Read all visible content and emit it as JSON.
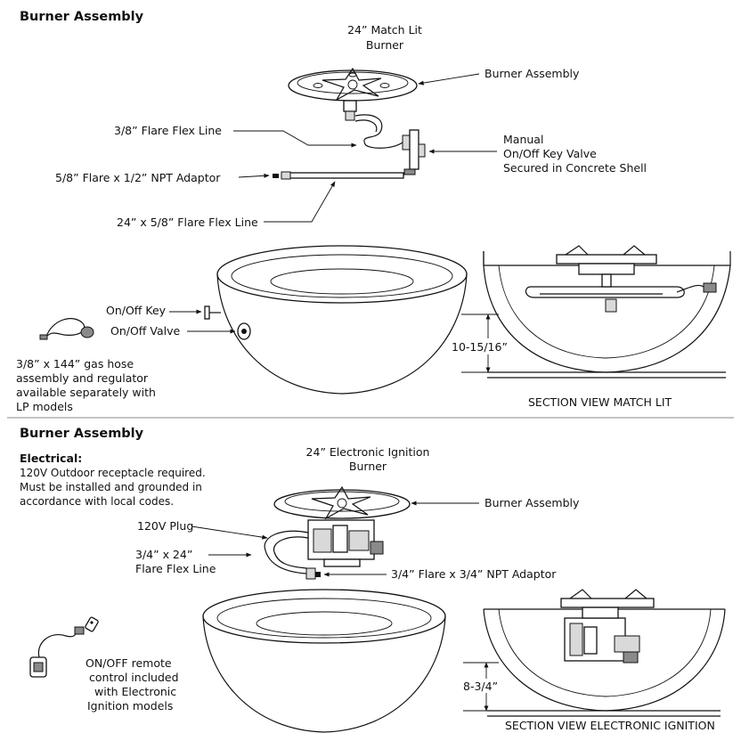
{
  "top": {
    "heading": "Burner Assembly",
    "burner_title_1": "24” Match Lit",
    "burner_title_2": "Burner",
    "burner_assembly": "Burner Assembly",
    "flare_flex_line": "3/8” Flare Flex Line",
    "key_valve_1": "Manual",
    "key_valve_2": "On/Off Key Valve",
    "key_valve_3": "Secured in Concrete Shell",
    "adaptor": "5/8” Flare x 1/2” NPT Adaptor",
    "flex_line_24": "24” x 5/8” Flare Flex Line",
    "on_off_key": "On/Off Key",
    "on_off_valve": "On/Off Valve",
    "hose_1": "3/8” x 144” gas hose",
    "hose_2": "assembly and regulator",
    "hose_3": "available separately with",
    "hose_4": "LP models",
    "dimension": "10-15/16”",
    "section_caption": "SECTION VIEW MATCH LIT"
  },
  "bottom": {
    "heading": "Burner Assembly",
    "electrical_title": "Electrical:",
    "electrical_1": "120V Outdoor receptacle required.",
    "electrical_2": "Must be installed and grounded in",
    "electrical_3": "accordance with local codes.",
    "burner_title_1": "24” Electronic Ignition",
    "burner_title_2": "Burner",
    "burner_assembly": "Burner Assembly",
    "plug": "120V Plug",
    "flex_1": "3/4” x 24”",
    "flex_2": "Flare Flex Line",
    "adaptor": "3/4” Flare x 3/4” NPT Adaptor",
    "remote_1": "ON/OFF remote",
    "remote_2": "control included",
    "remote_3": "with Electronic",
    "remote_4": "Ignition models",
    "dimension": "8-3/4”",
    "section_caption": "SECTION VIEW ELECTRONIC IGNITION"
  }
}
